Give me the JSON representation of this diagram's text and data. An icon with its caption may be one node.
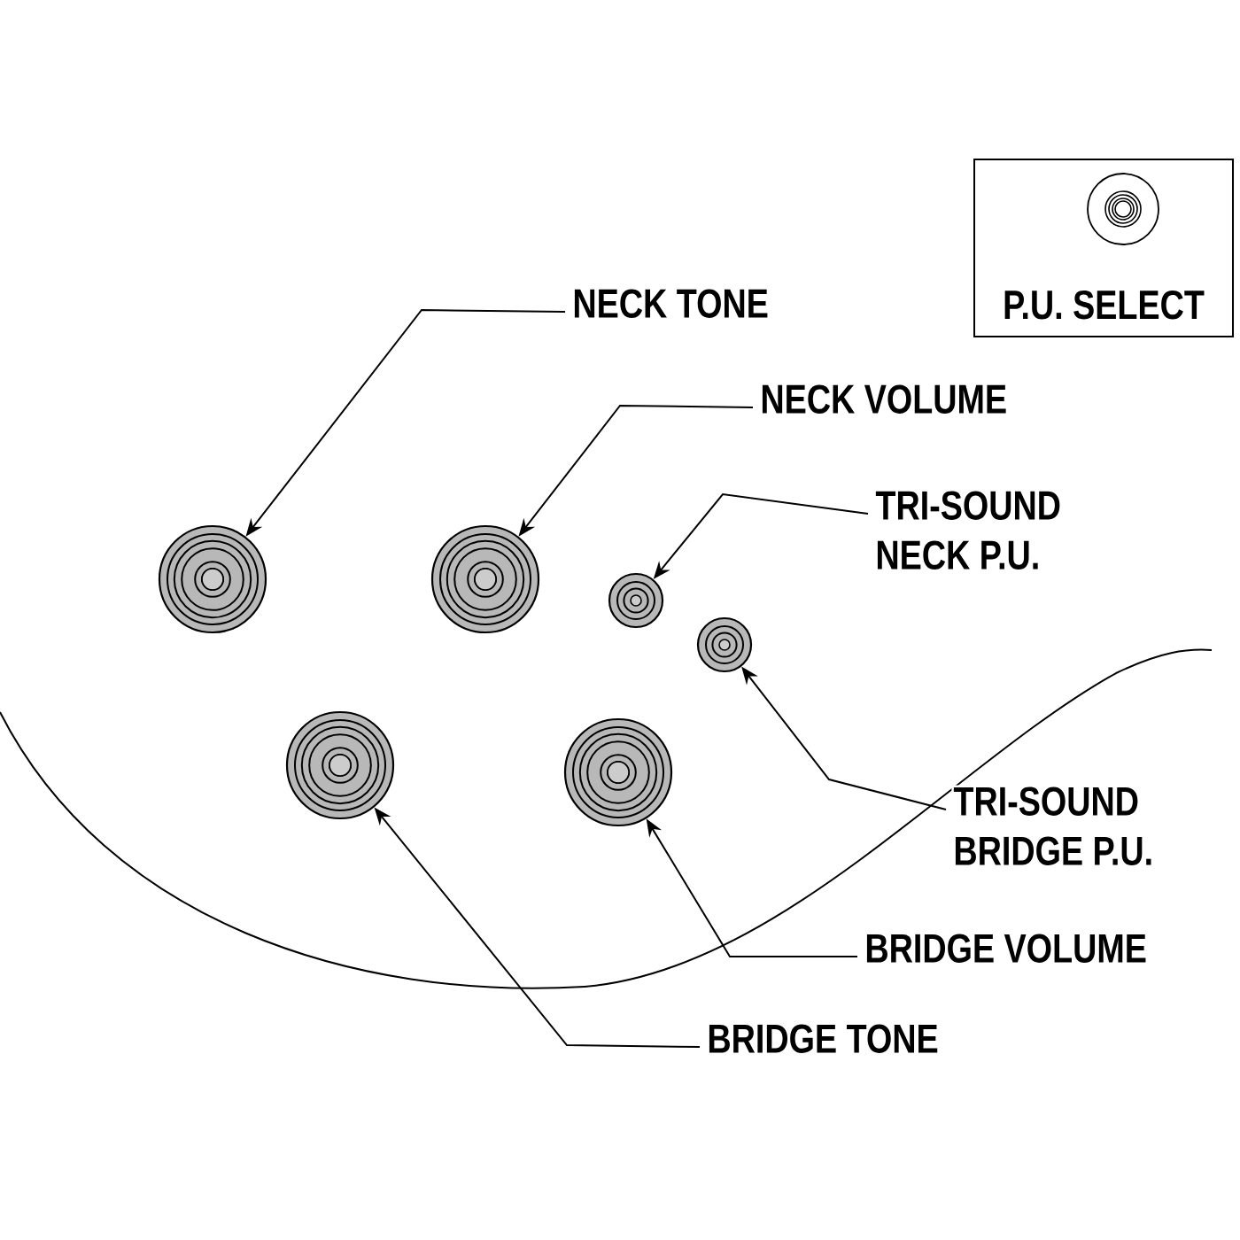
{
  "diagram": {
    "nodes": [
      {
        "text": [
          "P.U. SELECT"
        ]
      },
      {
        "text": [
          "NECK TONE"
        ]
      },
      {
        "text": [],
        "shape": "circle"
      },
      {
        "text": [
          "NECK VOLUME"
        ]
      },
      {
        "text": [],
        "shape": "circle"
      },
      {
        "text": [
          "TRI-SOUND NECK P.U."
        ]
      },
      {
        "text": [],
        "shape": "circle"
      },
      {
        "text": [],
        "shape": "circle"
      },
      {
        "text": [
          "TRI-SOUND BRIDGE P.U."
        ]
      },
      {
        "text": [],
        "shape": "circle"
      },
      {
        "text": [],
        "shape": "circle"
      },
      {
        "text": [
          "BRIDGE VOLUME"
        ]
      },
      {
        "text": [
          "BRIDGE TONE"
        ]
      }
    ],
    "edges": [
      {
        "from": 1,
        "to": 2,
        "arrow": "to"
      },
      {
        "from": 3,
        "to": 4,
        "arrow": "to"
      },
      {
        "from": 5,
        "to": 6,
        "arrow": "to"
      },
      {
        "from": 8,
        "to": 7,
        "arrow": "to"
      },
      {
        "from": 11,
        "to": 10,
        "arrow": "to"
      },
      {
        "from": 12,
        "to": 9,
        "arrow": "to"
      }
    ]
  }
}
